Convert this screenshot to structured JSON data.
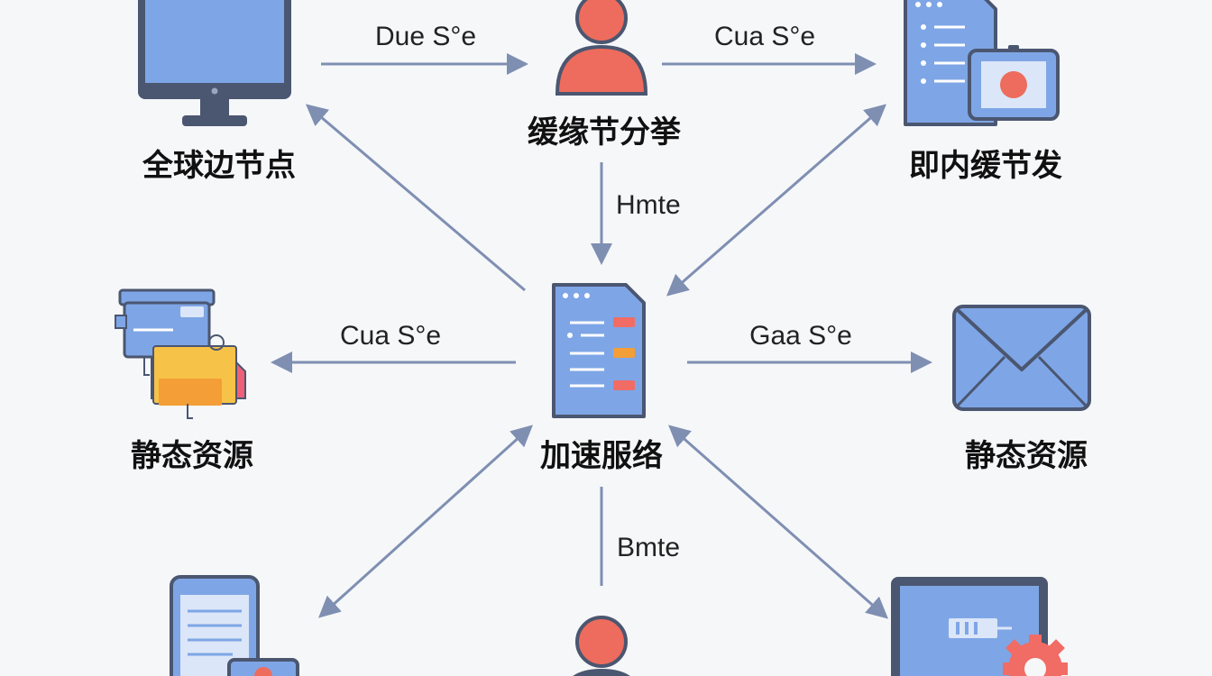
{
  "colors": {
    "background": "#f6f7f9",
    "arrow": "#7f8fb2",
    "icon_blue": "#7ea6e6",
    "icon_dark": "#4b5670",
    "person_red": "#ee6c5d",
    "panel": "#dbe6f8",
    "bar_red": "#f16c64",
    "bar_orange": "#f39e37",
    "box_yellow": "#f7c248",
    "box_pink": "#f05f78"
  },
  "nodes": {
    "global_edge_nodes": {
      "label": "全球边节点",
      "icon": "monitor-icon"
    },
    "cache_split": {
      "label": "缓缘节分挙",
      "icon": "person-icon"
    },
    "instant_cache": {
      "label": "即内缓节发",
      "icon": "server-tablet-icon"
    },
    "static_left": {
      "label": "静态资源",
      "icon": "server-boxes-icon"
    },
    "acceleration": {
      "label": "加速服络",
      "icon": "server-icon"
    },
    "static_right": {
      "label": "静态资源",
      "icon": "envelope-icon"
    },
    "bottom_left_device": {
      "icon": "phone-tablet-icon"
    },
    "bottom_person": {
      "icon": "person-icon"
    },
    "bottom_right_laptop": {
      "icon": "laptop-gear-icon"
    }
  },
  "edges": {
    "top_left": {
      "label": "Due S°e"
    },
    "top_right": {
      "label": "Cua S°e"
    },
    "center_top": {
      "label": "Hmte"
    },
    "center_left": {
      "label": "Cua S°e"
    },
    "center_right": {
      "label": "Gaa S°e"
    },
    "center_bottom": {
      "label": "Bmte"
    }
  }
}
